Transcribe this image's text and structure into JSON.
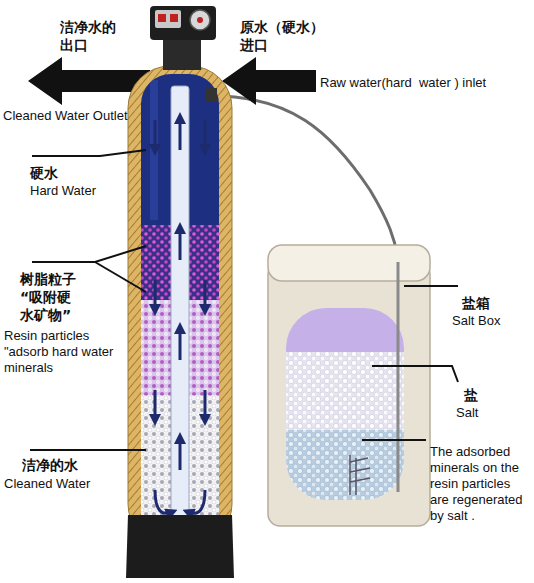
{
  "diagram": {
    "labels": [
      "洁净水的出口",
      "Cleaned Water Outlet",
      "原水（硬水）进口",
      "Raw water(hard  water ) inlet",
      "硬水",
      "Hard Water",
      "树脂粒子 “吸附硬 水矿物”",
      "Resin particles \"adsorb hard water minerals",
      "洁净的水",
      "Cleaned Water",
      "盐箱",
      "Salt Box",
      "盐",
      "Salt",
      "The adsorbed minerals on the resin particles are regenerated by salt ."
    ]
  }
}
